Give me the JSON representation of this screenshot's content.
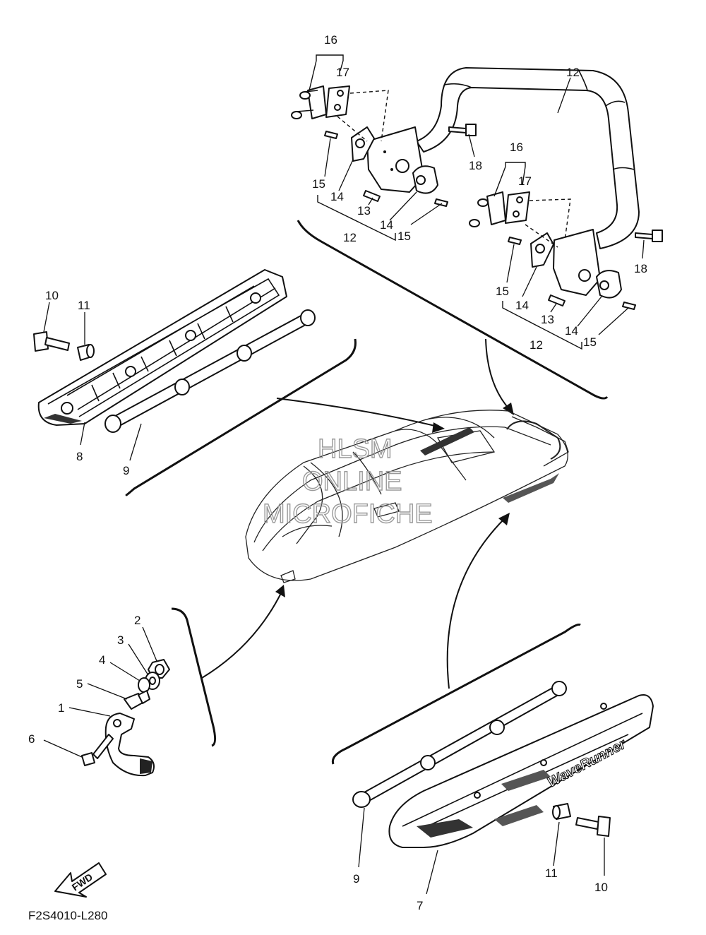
{
  "drawing_code": "F2S4010-L280",
  "watermark": {
    "line1": "HLSM",
    "line2": "ONLINE",
    "line3": "MICROFICHE"
  },
  "fwd_label": "FWD",
  "decal_text": "WaveRunner",
  "callouts": {
    "c16a": "16",
    "c17a": "17",
    "c12top": "12",
    "c18a": "18",
    "c15a": "15",
    "c14a": "14",
    "c13a": "13",
    "c12a": "12",
    "c14b": "14",
    "c15b": "15",
    "c16b": "16",
    "c17b": "17",
    "c18b": "18",
    "c15c": "15",
    "c14c": "14",
    "c13b": "13",
    "c12b": "12",
    "c14d": "14",
    "c15d": "15",
    "c10a": "10",
    "c11a": "11",
    "c8": "8",
    "c9a": "9",
    "c2": "2",
    "c3": "3",
    "c4": "4",
    "c5": "5",
    "c1": "1",
    "c6": "6",
    "c9b": "9",
    "c11b": "11",
    "c10b": "10",
    "c7": "7"
  }
}
